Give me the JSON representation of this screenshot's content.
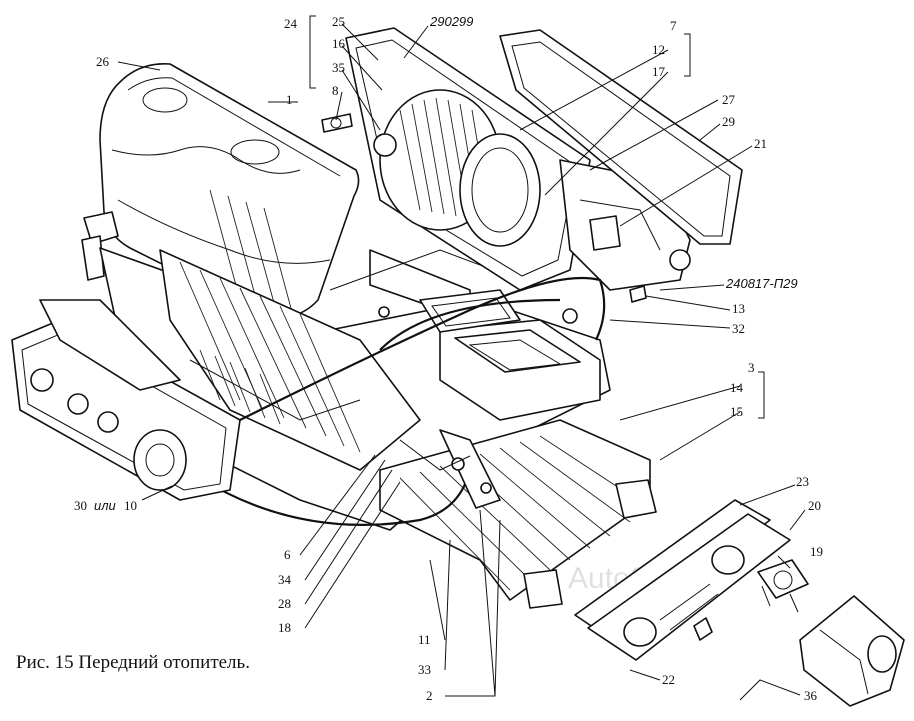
{
  "figure": {
    "caption": "Рис. 15 Передний отопитель.",
    "watermark": "AutoSoft"
  },
  "labels": [
    {
      "id": "l1",
      "text": "1"
    },
    {
      "id": "l2",
      "text": "2"
    },
    {
      "id": "l3",
      "text": "3"
    },
    {
      "id": "l6",
      "text": "6"
    },
    {
      "id": "l7",
      "text": "7"
    },
    {
      "id": "l8",
      "text": "8"
    },
    {
      "id": "l10",
      "text": "10"
    },
    {
      "id": "l11",
      "text": "11"
    },
    {
      "id": "l12",
      "text": "12"
    },
    {
      "id": "l13",
      "text": "13"
    },
    {
      "id": "l14",
      "text": "14"
    },
    {
      "id": "l15",
      "text": "15"
    },
    {
      "id": "l16",
      "text": "16"
    },
    {
      "id": "l17",
      "text": "17"
    },
    {
      "id": "l18",
      "text": "18"
    },
    {
      "id": "l19",
      "text": "19"
    },
    {
      "id": "l20",
      "text": "20"
    },
    {
      "id": "l21",
      "text": "21"
    },
    {
      "id": "l22",
      "text": "22"
    },
    {
      "id": "l23",
      "text": "23"
    },
    {
      "id": "l24",
      "text": "24"
    },
    {
      "id": "l25",
      "text": "25"
    },
    {
      "id": "l26",
      "text": "26"
    },
    {
      "id": "l27",
      "text": "27"
    },
    {
      "id": "l28",
      "text": "28"
    },
    {
      "id": "l29",
      "text": "29"
    },
    {
      "id": "l30",
      "text": "30"
    },
    {
      "id": "l30ili",
      "text": "или"
    },
    {
      "id": "l32",
      "text": "32"
    },
    {
      "id": "l33",
      "text": "33"
    },
    {
      "id": "l34",
      "text": "34"
    },
    {
      "id": "l35",
      "text": "35"
    },
    {
      "id": "l36",
      "text": "36"
    },
    {
      "id": "p290299",
      "text": "290299"
    },
    {
      "id": "p240817",
      "text": "240817-П29"
    }
  ]
}
